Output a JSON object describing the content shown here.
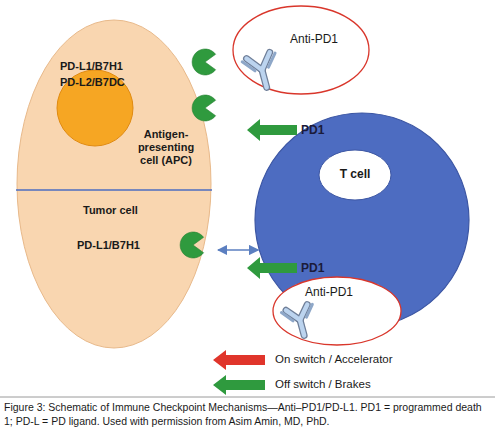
{
  "diagram": {
    "caption": "Figure 3: Schematic of Immune Checkpoint Mechanisms—Anti–PD1/PD-L1. PD1 = programmed death 1; PD-L = PD ligand. Used with permission from Asim Amin, MD, PhD.",
    "nodes": [
      {
        "text": [
          "Anti-PD1"
        ]
      },
      {
        "text": [
          "PD-L1/B7H1",
          "PD-L2/B7DC",
          "Antigen-presenting cell (APC)"
        ]
      },
      {
        "text": [
          "T cell"
        ]
      },
      {
        "text": [
          "Tumor cell",
          "PD-L1/B7H1"
        ]
      },
      {
        "text": [
          "Anti-PD1"
        ]
      }
    ],
    "edges": [
      {
        "from": 3,
        "to": 2,
        "arrow": "both"
      }
    ],
    "labels": [
      "PD1",
      "PD1"
    ],
    "legend": [
      {
        "text": "On switch / Accelerator",
        "color": "#e0352b"
      },
      {
        "text": "Off switch / Brakes",
        "color": "#2f9a3e"
      }
    ]
  }
}
